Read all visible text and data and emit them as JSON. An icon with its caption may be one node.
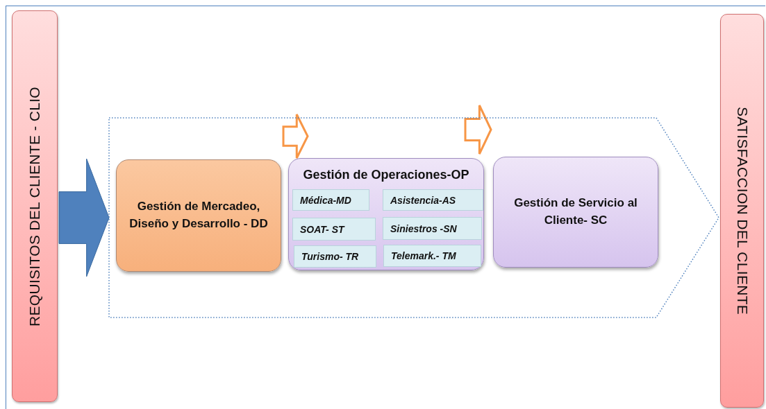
{
  "diagram": {
    "nodes": [
      {
        "text": [
          "REQUISITOS DEL CLIENTE - CLIO"
        ]
      },
      {
        "text": [],
        "shape": "chevron"
      },
      {
        "text": [
          "Gestión de Mercadeo, Diseño y Desarrollo - DD"
        ],
        "in": 1
      },
      {
        "text": [
          "Gestión de Operaciones-OP"
        ],
        "in": 1
      },
      {
        "text": [
          "Médica-MD"
        ],
        "in": 3
      },
      {
        "text": [
          "Asistencia-AS"
        ],
        "in": 3
      },
      {
        "text": [
          "SOAT- ST"
        ],
        "in": 3
      },
      {
        "text": [
          "Siniestros -SN"
        ],
        "in": 3
      },
      {
        "text": [
          "Turismo- TR"
        ],
        "in": 3
      },
      {
        "text": [
          "Telemark.- TM"
        ],
        "in": 3
      },
      {
        "text": [
          "Gestión de Servicio al Cliente- SC"
        ],
        "in": 1
      },
      {
        "text": [
          "SATISFACCION DEL CLIENTE"
        ]
      }
    ],
    "edges": [
      {
        "from": 0,
        "to": 1,
        "arrow": "to",
        "style": "thick",
        "color": "#4f81bd"
      },
      {
        "from": 2,
        "to": 3,
        "arrow": "to"
      },
      {
        "from": 3,
        "to": 10,
        "arrow": "to"
      }
    ]
  }
}
